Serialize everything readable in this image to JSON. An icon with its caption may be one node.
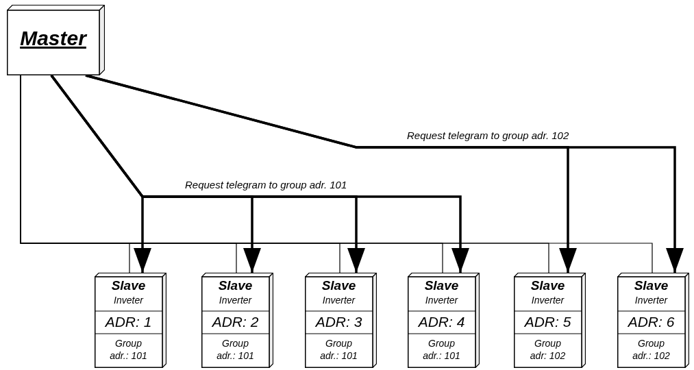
{
  "diagram": {
    "nodes": [
      {
        "text": [
          "Master"
        ]
      },
      {
        "text": [
          "Slave",
          "Inveter",
          "ADR: 1",
          "Group adr.: 101"
        ]
      },
      {
        "text": [
          "Slave",
          "Inverter",
          "ADR: 2",
          "Group adr.: 101"
        ]
      },
      {
        "text": [
          "Slave",
          "Inverter",
          "ADR: 3",
          "Group adr.: 101"
        ]
      },
      {
        "text": [
          "Slave",
          "Inverter",
          "ADR: 4",
          "Group adr.: 101"
        ]
      },
      {
        "text": [
          "Slave",
          "Inverter",
          "ADR: 5",
          "Group adr: 102"
        ]
      },
      {
        "text": [
          "Slave",
          "Inverter",
          "ADR: 6",
          "Group adr.: 102"
        ]
      }
    ],
    "edges": [
      {
        "from": 0,
        "to": 1,
        "arrow": "none"
      },
      {
        "from": 0,
        "to": 2,
        "arrow": "none"
      },
      {
        "from": 0,
        "to": 3,
        "arrow": "none"
      },
      {
        "from": 0,
        "to": 4,
        "arrow": "none"
      },
      {
        "from": 0,
        "to": 5,
        "arrow": "none"
      },
      {
        "from": 0,
        "to": 6,
        "arrow": "none"
      },
      {
        "from": 0,
        "to": 1,
        "arrow": "to",
        "style": "thick"
      },
      {
        "from": 0,
        "to": 2,
        "arrow": "to",
        "style": "thick"
      },
      {
        "from": 0,
        "to": 3,
        "arrow": "to",
        "style": "thick"
      },
      {
        "from": 0,
        "to": 4,
        "arrow": "to",
        "style": "thick",
        "label": "Request telegram to group adr. 101"
      },
      {
        "from": 0,
        "to": 5,
        "arrow": "to",
        "style": "thick"
      },
      {
        "from": 0,
        "to": 6,
        "arrow": "to",
        "style": "thick",
        "label": "Request telegram to group adr. 102"
      }
    ]
  }
}
